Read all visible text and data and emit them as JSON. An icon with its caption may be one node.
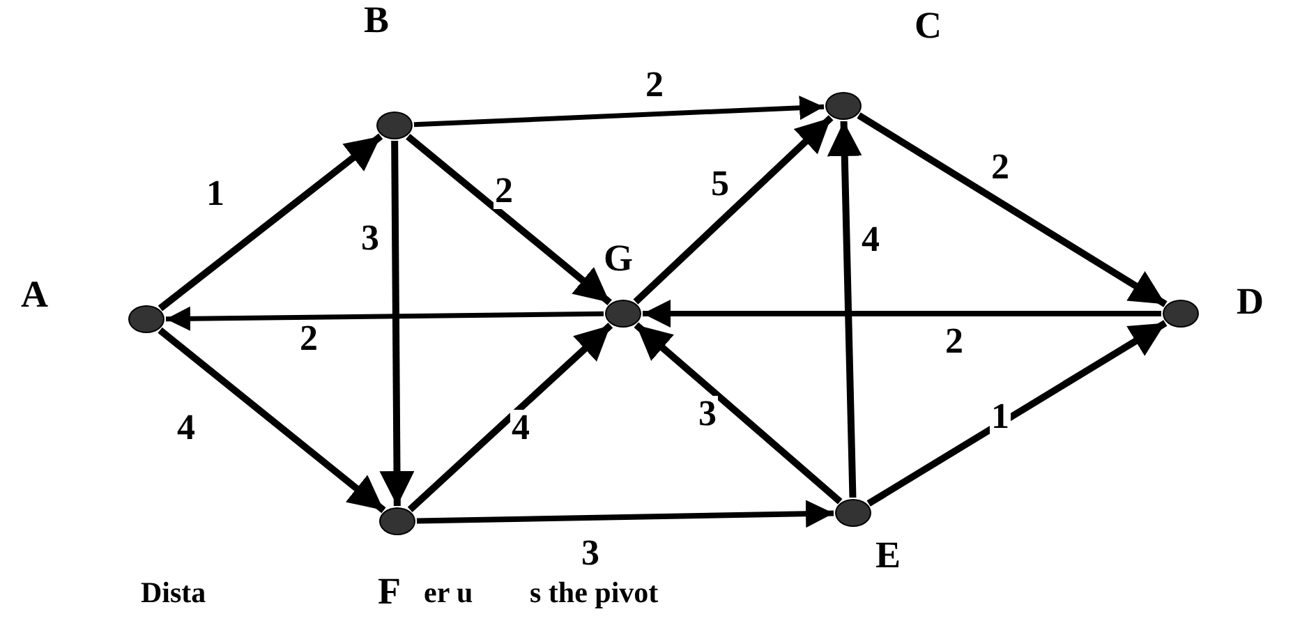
{
  "diagram": {
    "nodes": [
      {
        "text": [
          "A"
        ]
      },
      {
        "text": [
          "B"
        ]
      },
      {
        "text": [
          "C"
        ]
      },
      {
        "text": [
          "D"
        ]
      },
      {
        "text": [
          "E"
        ]
      },
      {
        "text": [
          "F"
        ]
      },
      {
        "text": [
          "G"
        ]
      }
    ],
    "edges": [
      {
        "from": 0,
        "to": 1,
        "arrow": "to",
        "label": "1"
      },
      {
        "from": 1,
        "to": 2,
        "arrow": "to",
        "label": "2"
      },
      {
        "from": 1,
        "to": 6,
        "arrow": "to",
        "label": "2"
      },
      {
        "from": 1,
        "to": 5,
        "arrow": "to",
        "label": "3"
      },
      {
        "from": 6,
        "to": 0,
        "arrow": "to",
        "label": "2"
      },
      {
        "from": 0,
        "to": 5,
        "arrow": "to",
        "label": "4"
      },
      {
        "from": 5,
        "to": 6,
        "arrow": "to",
        "label": "4"
      },
      {
        "from": 6,
        "to": 2,
        "arrow": "to",
        "label": "5"
      },
      {
        "from": 4,
        "to": 2,
        "arrow": "to",
        "label": "4"
      },
      {
        "from": 2,
        "to": 3,
        "arrow": "to",
        "label": "2"
      },
      {
        "from": 3,
        "to": 6,
        "arrow": "to",
        "label": "2"
      },
      {
        "from": 4,
        "to": 6,
        "arrow": "to",
        "label": "3"
      },
      {
        "from": 4,
        "to": 3,
        "arrow": "to",
        "label": "1"
      },
      {
        "from": 5,
        "to": 4,
        "arrow": "to",
        "label": "3"
      }
    ],
    "labels": [
      "Dista",
      "er u",
      "s the pivot"
    ]
  }
}
